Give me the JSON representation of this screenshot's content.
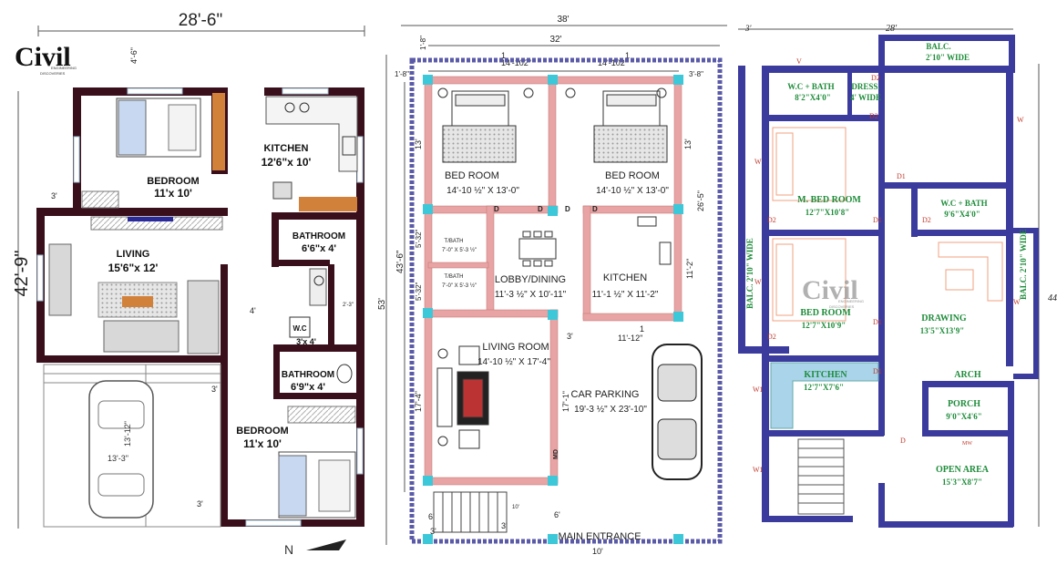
{
  "plan1": {
    "brand": "Civil",
    "brand_sub1": "ENGINEERING",
    "brand_sub2": "DISCOVERIES",
    "dim_top": "28'-6\"",
    "dim_left": "42'-9\"",
    "dim_small_top": "4'-6\"",
    "dim_3ft_a": "3'",
    "dim_3ft_b": "3'",
    "dim_3ft_c": "3'",
    "dim_4ft": "4'",
    "dim_2ft": "2'-3\"",
    "car_w": "13'-3\"",
    "car_h": "13'-12\"",
    "north": "N",
    "rooms": {
      "bedroom1_name": "BEDROOM",
      "bedroom1_size": "11'x 10'",
      "kitchen_name": "KITCHEN",
      "kitchen_size": "12'6\"x 10'",
      "bath1_name": "BATHROOM",
      "bath1_size": "6'6\"x 4'",
      "living_name": "LIVING",
      "living_size": "15'6\"x 12'",
      "wc_name": "W.C",
      "wc_size": "3'x 4'",
      "bath2_name": "BATHROOM",
      "bath2_size": "6'9\"x 4'",
      "bedroom2_name": "BEDROOM",
      "bedroom2_size": "11'x 10'"
    }
  },
  "plan2": {
    "dim_38": "38'",
    "dim_32": "32'",
    "dim_1_8_top": "1'-8\"",
    "dim_1_8_left": "1'-8\"",
    "dim_3_8": "3'-8\"",
    "dim_14_a": "14'-102\"",
    "dim_14_b": "14'-102\"",
    "dim_one_a": "1",
    "dim_one_b": "1",
    "dim_53": "53'",
    "dim_43": "43'-6\"",
    "dim_13_a": "13'",
    "dim_13_b": "13'",
    "dim_26": "26'-5\"",
    "dim_11_2": "11'-2\"",
    "dim_5_32_a": "5'-32\"",
    "dim_5_32_b": "5'-32\"",
    "dim_17_4": "17'-4\"",
    "dim_17_1": "17'-1\"",
    "dim_3ft": "3'",
    "dim_11_12": "11'-12\"",
    "dim_one_c": "1",
    "dim_6_a": "6'",
    "dim_6_b": "6'",
    "dim_3_left": "3'",
    "dim_3_right": "3'",
    "dim_10": "10'",
    "dim_10_small": "10'",
    "door_d1": "D",
    "door_d2": "D",
    "door_d3": "D",
    "door_d4": "D",
    "door_md": "MD",
    "bed1_name": "BED ROOM",
    "bed1_size": "14'-10 ½\" X 13'-0\"",
    "bed2_name": "BED ROOM",
    "bed2_size": "14'-10 ½\" X 13'-0\"",
    "tbath1_name": "T/BATH",
    "tbath1_size": "7'-0\" X 5'-3 ½\"",
    "tbath2_name": "T/BATH",
    "tbath2_size": "7'-0\" X 5'-3 ½\"",
    "lobby_name": "LOBBY/DINING",
    "lobby_size": "11'-3 ½\" X 10'-11\"",
    "kitchen_name": "KITCHEN",
    "kitchen_size": "11'-1 ½\" X 11'-2\"",
    "living_name": "LIVING ROOM",
    "living_size": "14'-10 ½\" X 17'-4\"",
    "parking_name": "CAR PARKING",
    "parking_size": "19'-3 ½\" X 23'-10\"",
    "main_entrance": "MAIN ENTRANCE"
  },
  "plan3": {
    "dim_28": "28'",
    "dim_3": "3'",
    "dim_44": "44",
    "brand": "Civil",
    "brand_sub1": "ENGINEERING",
    "brand_sub2": "DISCOVERIES",
    "balc_top_name": "BALC.",
    "balc_top_size": "2'10\" WIDE",
    "wcbath1_name": "W.C + BATH",
    "wcbath1_size": "8'2\"X4'0\"",
    "dress_name": "DRESS.",
    "dress_size": "4' WIDE",
    "mbed_name": "M. BED ROOM",
    "mbed_size": "12'7\"X10'8\"",
    "wcbath2_name": "W.C + BATH",
    "wcbath2_size": "9'6\"X4'0\"",
    "balc_left": "BALC. 2'10\" WIDE",
    "balc_right": "BALC. 2'10\" WIDE",
    "bed_name": "BED ROOM",
    "bed_size": "12'7\"X10'9\"",
    "drawing_name": "DRAWING",
    "drawing_size": "13'5\"X13'9\"",
    "kitchen_name": "KITCHEN",
    "kitchen_size": "12'7\"X7'6\"",
    "arch": "ARCH",
    "porch_name": "PORCH",
    "porch_size": "9'0\"X4'6\"",
    "open_name": "OPEN AREA",
    "open_size": "15'3\"X8'7\"",
    "tags": {
      "d1": "D1",
      "d2": "D2",
      "w": "W",
      "w1": "W1",
      "v": "V",
      "d": "D",
      "mw": "MW"
    }
  },
  "colors": {
    "wall_dark": "#3a0f1c",
    "wall_pink": "#e8a4a4",
    "wall_blue": "#3b3b9e",
    "accent_cyan": "#3cc8d8",
    "label_green": "#1e8c3a",
    "tag_red": "#c0392b",
    "wood": "#d2813a"
  }
}
